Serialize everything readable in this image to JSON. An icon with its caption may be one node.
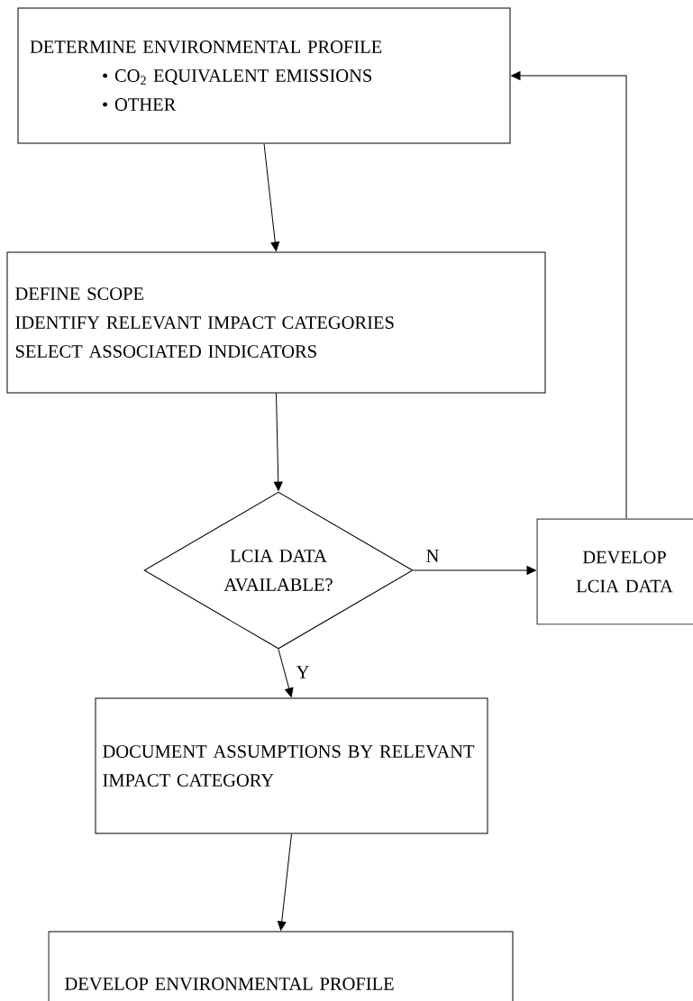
{
  "diagram": {
    "nodes": [
      {
        "text": [
          "DETERMINE ENVIRONMENTAL PROFILE",
          "• CO$_{2}$ EQUIVALENT EMISSIONS",
          "• OTHER"
        ]
      },
      {
        "text": [
          "DEFINE SCOPE",
          "IDENTIFY RELEVANT IMPACT CATEGORIES",
          "SELECT ASSOCIATED INDICATORS"
        ]
      },
      {
        "text": [
          "LCIA DATA AVAILABLE?"
        ]
      },
      {
        "text": [
          "DEVELOP LCIA DATA"
        ]
      },
      {
        "text": [
          "DOCUMENT ASSUMPTIONS BY RELEVANT IMPACT CATEGORY"
        ]
      },
      {
        "text": [
          "DEVELOP ENVIRONMENTAL PROFILE"
        ]
      }
    ],
    "edges": [
      {
        "from": 0,
        "to": 1,
        "arrow": "to"
      },
      {
        "from": 1,
        "to": 2,
        "arrow": "to"
      },
      {
        "from": 2,
        "to": 3,
        "arrow": "to",
        "label": "N"
      },
      {
        "from": 2,
        "to": 4,
        "arrow": "to",
        "label": "Y"
      },
      {
        "from": 3,
        "to": 0,
        "arrow": "to"
      },
      {
        "from": 4,
        "to": 5,
        "arrow": "to"
      }
    ]
  }
}
